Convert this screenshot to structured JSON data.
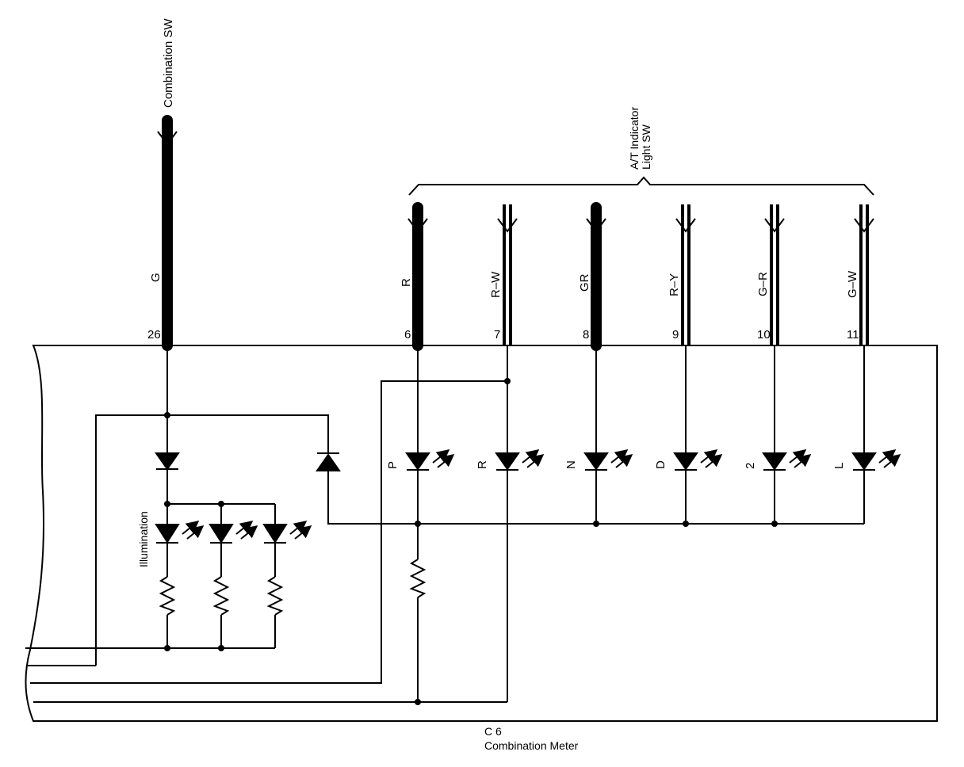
{
  "top_connector": {
    "label": "Combination SW",
    "wire_color": "G",
    "pin": "26"
  },
  "indicator_switch": {
    "label_line1": "A/T Indicator",
    "label_line2": "Light SW",
    "wires": [
      {
        "color": "R",
        "pin": "6",
        "position": "P",
        "style": "solid"
      },
      {
        "color": "R–W",
        "pin": "7",
        "position": "R",
        "style": "double"
      },
      {
        "color": "GR",
        "pin": "8",
        "position": "N",
        "style": "solid"
      },
      {
        "color": "R–Y",
        "pin": "9",
        "position": "D",
        "style": "double"
      },
      {
        "color": "G–R",
        "pin": "10",
        "position": "2",
        "style": "double"
      },
      {
        "color": "G–W",
        "pin": "11",
        "position": "L",
        "style": "double"
      }
    ]
  },
  "illumination_label": "Illumination",
  "meter": {
    "code": "C 6",
    "name": "Combination Meter"
  }
}
